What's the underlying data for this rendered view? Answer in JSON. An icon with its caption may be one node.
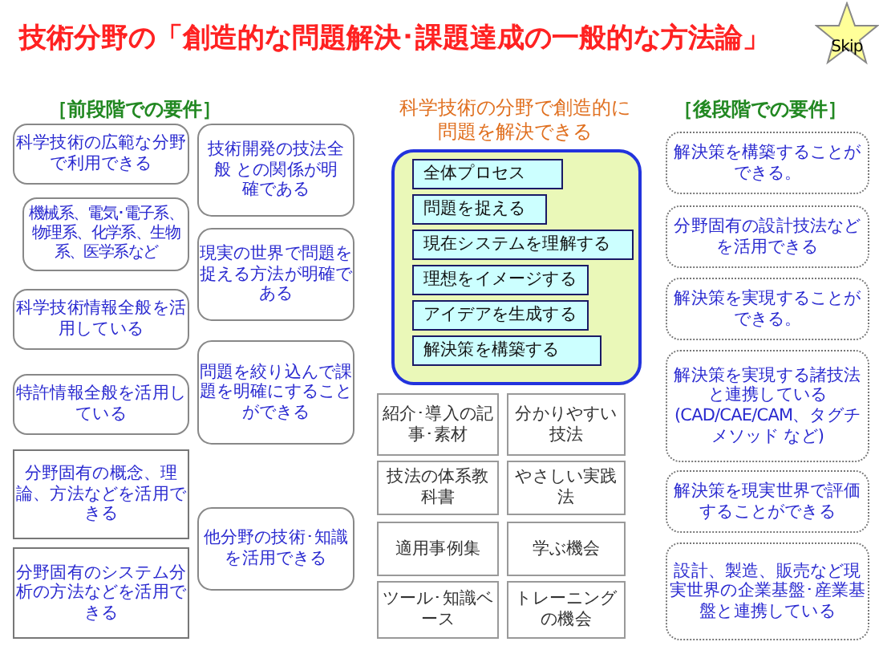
{
  "diagram": {
    "title": "技術分野の「創造的な問題解決･課題達成の一般的な方法論」",
    "nodes": [
      {
        "text": [
          "Skip"
        ]
      },
      {
        "text": [
          "科学技術の広範な分野で利用できる"
        ]
      },
      {
        "text": [
          "機械系、電気･電子系、物理系、化学系、生物系、医学系など"
        ]
      },
      {
        "text": [
          "科学技術情報全般を活用している"
        ]
      },
      {
        "text": [
          "特許情報全般を活用している"
        ]
      },
      {
        "text": [
          "分野固有の概念、理論、方法などを活用できる"
        ]
      },
      {
        "text": [
          "分野固有のシステム分析の方法などを活用できる"
        ]
      },
      {
        "text": [
          "技術開発の技法全般 との関係が明確である"
        ]
      },
      {
        "text": [
          "現実の世界で問題を捉える方法が明確である"
        ]
      },
      {
        "text": [
          "問題を絞り込んで課題を明確にすることができる"
        ]
      },
      {
        "text": [
          "他分野の技術･知識を活用できる"
        ]
      },
      {
        "text": [],
        "shape": "box"
      },
      {
        "text": [
          "全体プロセス"
        ],
        "in": 11
      },
      {
        "text": [
          "問題を捉える"
        ],
        "in": 11
      },
      {
        "text": [
          "現在システムを理解する"
        ],
        "in": 11
      },
      {
        "text": [
          "理想をイメージする"
        ],
        "in": 11
      },
      {
        "text": [
          "アイデアを生成する"
        ],
        "in": 11
      },
      {
        "text": [
          "解決策を構築する"
        ],
        "in": 11
      },
      {
        "text": [
          "紹介･導入の記事･素材"
        ]
      },
      {
        "text": [
          "分かりやすい技法"
        ]
      },
      {
        "text": [
          "技法の体系教科書"
        ]
      },
      {
        "text": [
          "やさしい実践法"
        ]
      },
      {
        "text": [
          "適用事例集"
        ]
      },
      {
        "text": [
          "学ぶ機会"
        ]
      },
      {
        "text": [
          "ツール･知識ベース"
        ]
      },
      {
        "text": [
          "トレーニングの機会"
        ]
      },
      {
        "text": [
          "解決策を構築することができる。"
        ]
      },
      {
        "text": [
          "分野固有の設計技法などを活用できる"
        ]
      },
      {
        "text": [
          "解決策を実現することができる。"
        ]
      },
      {
        "text": [
          "解決策を実現する諸技法と連携している(CAD/CAE/CAM、タグチメソッド など)"
        ]
      },
      {
        "text": [
          "解決策を現実世界で評価することができる"
        ]
      },
      {
        "text": [
          "設計、製造、販売など現実世界の企業基盤･産業基盤と連携している"
        ]
      }
    ],
    "labels": [
      "［前段階での要件］",
      "科学技術の分野で創造的に問題を解決できる",
      "［後段階での要件］"
    ]
  }
}
